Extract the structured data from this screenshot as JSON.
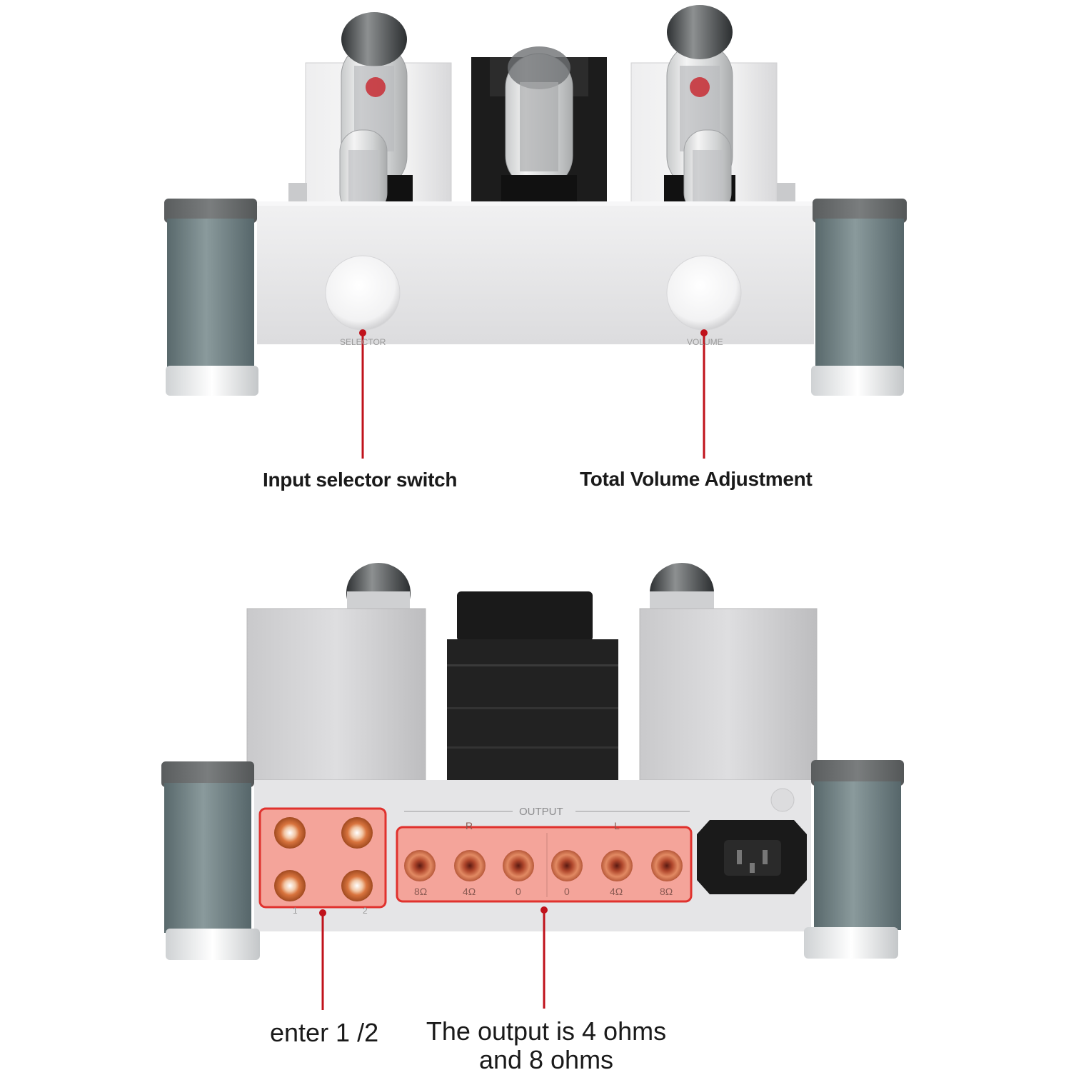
{
  "front_view": {
    "knob_labels": {
      "selector": "SELECTOR",
      "volume": "VOLUME"
    },
    "callouts": {
      "selector": "Input selector switch",
      "volume": "Total Volume Adjustment"
    }
  },
  "rear_view": {
    "panel": {
      "output_heading": "OUTPUT",
      "channel_right": "R",
      "channel_left": "L",
      "terminals_right": [
        "8Ω",
        "4Ω",
        "0"
      ],
      "terminals_left": [
        "0",
        "4Ω",
        "8Ω"
      ],
      "input_numbers": [
        "1",
        "2"
      ]
    },
    "callouts": {
      "inputs": "enter 1 /2",
      "outputs_line1": "The output is 4 ohms",
      "outputs_line2": "and 8 ohms"
    }
  },
  "colors": {
    "callout_line": "#c0121b",
    "highlight": "#e0322e",
    "highlight_fill": "#f4a49a",
    "chassis": "#e9e9ea",
    "feet": "#6f7f82",
    "transformer": "#1b1b1b"
  }
}
